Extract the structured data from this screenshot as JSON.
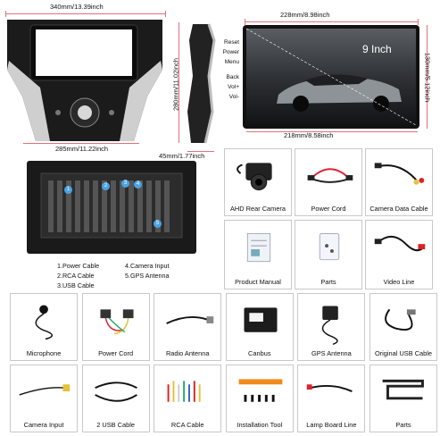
{
  "dimensions": {
    "top_width_left": "340mm/13.39inch",
    "bottom_width_left": "285mm/11.22inch",
    "height_left": "280mm/11.02inch",
    "depth": "45mm/1.77inch",
    "top_width_right": "228mm/8.98inch",
    "bottom_width_right": "218mm/8.58inch",
    "height_right": "130mm/5.12inch"
  },
  "screen": {
    "size_badge": "9 Inch",
    "side_buttons": [
      "Reset",
      "Power",
      "Menu",
      "Back",
      "Vol+",
      "Vol-"
    ]
  },
  "wiring": {
    "markers": [
      "1",
      "2",
      "3",
      "4",
      "5"
    ],
    "legend_col1": [
      "1.Power Cable",
      "2.RCA Cable",
      "3.USB Cable"
    ],
    "legend_col2": [
      "4.Camera Input",
      "5.GPS Antenna"
    ]
  },
  "accessories_row1": [
    "AHD Rear Camera",
    "Power Cord",
    "Camera Data Cable"
  ],
  "accessories_row2": [
    "Product Manual",
    "Parts",
    "Video Line"
  ],
  "accessories_row3": [
    "Microphone",
    "Power Cord",
    "Radio Antenna",
    "Canbus",
    "GPS Antenna",
    "Original USB Cable"
  ],
  "accessories_row4": [
    "Camera Input",
    "2 USB Cable",
    "RCA Cable",
    "Installation Tool",
    "Lamp Board Line",
    "Parts"
  ]
}
